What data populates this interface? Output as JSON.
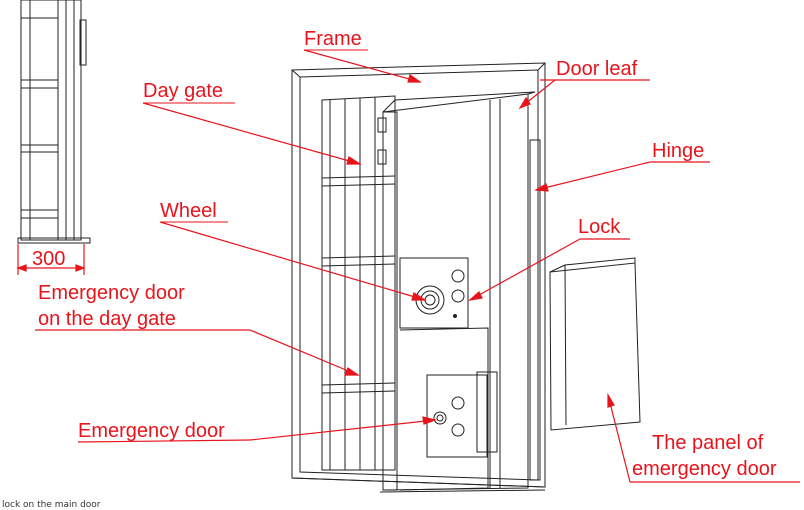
{
  "labels": {
    "frame": "Frame",
    "door_leaf": "Door leaf",
    "day_gate": "Day gate",
    "hinge": "Hinge",
    "wheel": "Wheel",
    "lock": "Lock",
    "emergency_day_gate_line1": "Emergency door",
    "emergency_day_gate_line2": "on the day gate",
    "emergency_door": "Emergency door",
    "panel_line1": "The panel of",
    "panel_line2": "emergency door"
  },
  "dimension": "300",
  "cut_text": "lock on the main door",
  "colors": {
    "annotation": "#e8141c",
    "drawing": "#222222"
  }
}
